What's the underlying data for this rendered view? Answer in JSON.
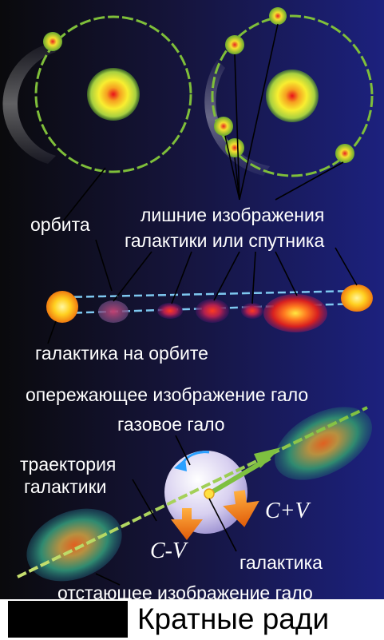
{
  "labels": {
    "orbit": "орбита",
    "extra_images_line1": "лишние изображения",
    "extra_images_line2": "галактики или спутника",
    "galaxy_on_orbit": "галактика на орбите",
    "leading_halo_image": "опережающее изображение гало",
    "gas_halo": "газовое гало",
    "trajectory_line1": "траектория",
    "trajectory_line2": "галактики",
    "c_plus_v": "C+V",
    "c_minus_v": "C-V",
    "galaxy": "галактика",
    "trailing_halo_image": "отстающее изображение гало"
  },
  "footer": {
    "caption": "Кратные ради"
  },
  "colors": {
    "background_left": "#0b0a0c",
    "background_right": "#1a1f78",
    "orbit_green": "#7fbf3a",
    "orbit_blue": "#7ec8f0",
    "arrow_orange": "#f07a10"
  }
}
